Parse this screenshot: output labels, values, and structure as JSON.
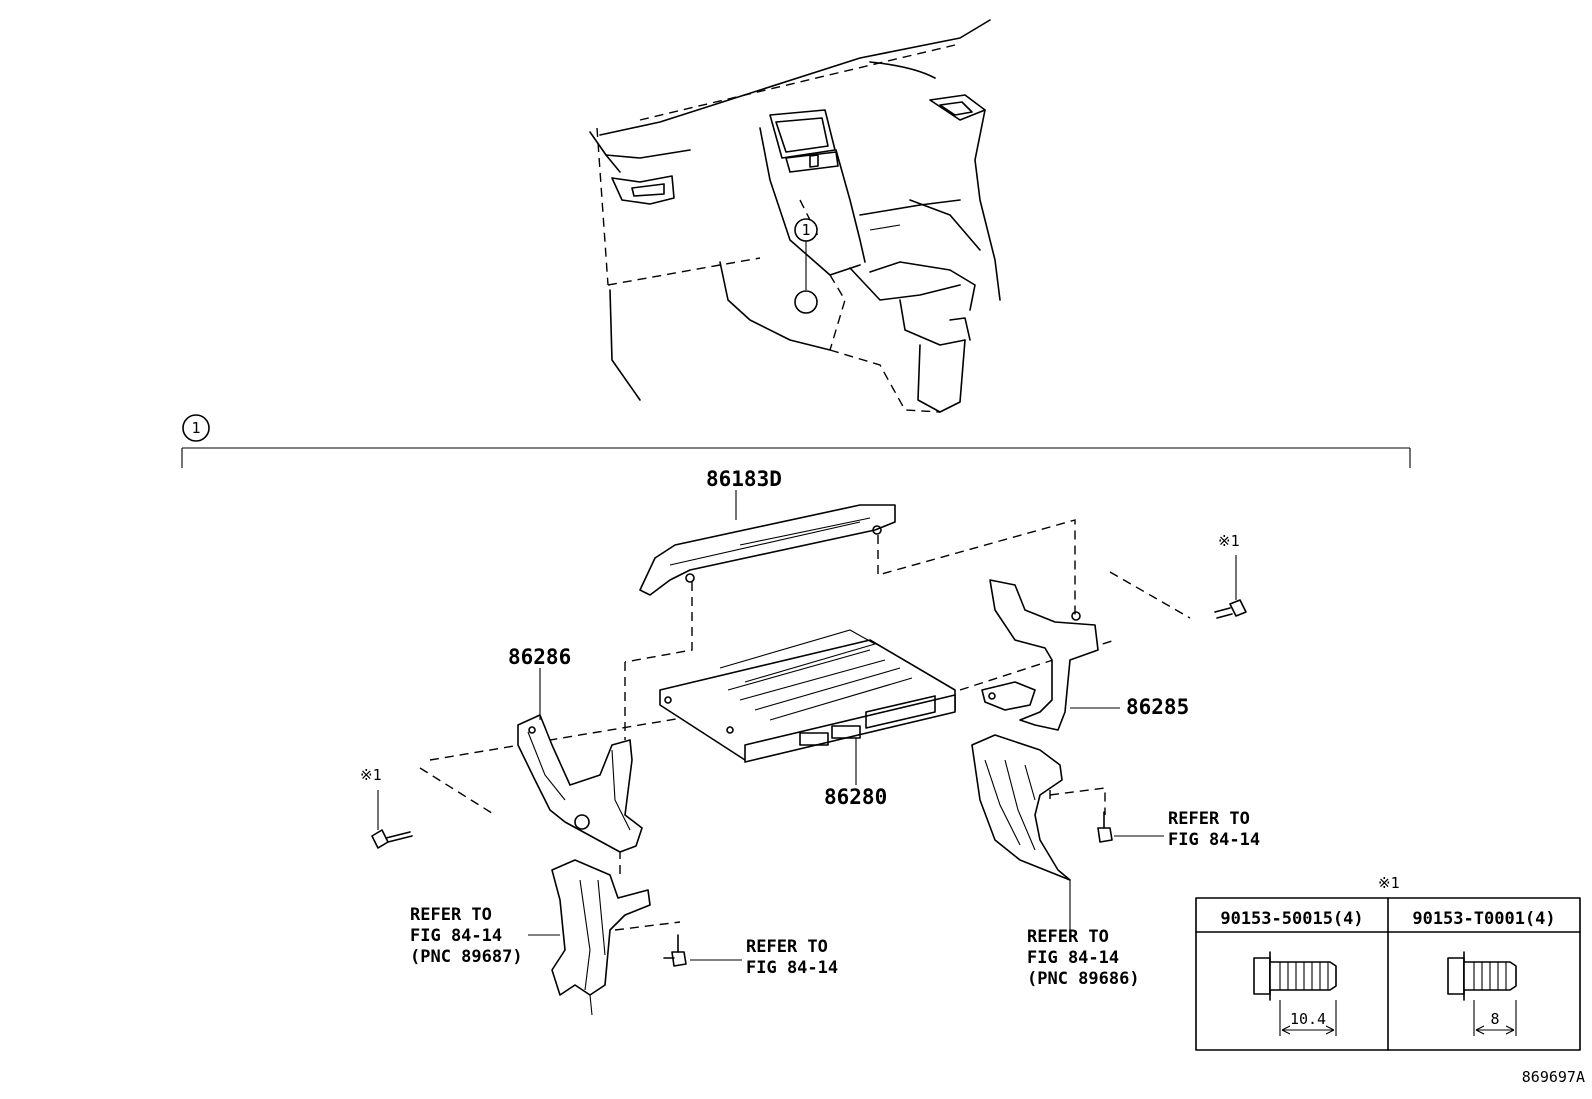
{
  "parts": {
    "p86183d": "86183D",
    "p86286": "86286",
    "p86280": "86280",
    "p86285": "86285"
  },
  "callouts": {
    "ref_circle": "1",
    "note_mark_left": "※1",
    "note_mark_right": "※1",
    "note_mark_table": "※1"
  },
  "refer": {
    "left_bracket": [
      "REFER TO",
      "FIG 84-14",
      "(PNC 89687)"
    ],
    "left_bolt": [
      "REFER TO",
      "FIG 84-14"
    ],
    "right_bolt": [
      "REFER TO",
      "FIG 84-14"
    ],
    "right_bracket": [
      "REFER TO",
      "FIG 84-14",
      "(PNC 89686)"
    ]
  },
  "bolt_table": {
    "columns": [
      {
        "part_no": "90153-50015(4)",
        "dimension": "10.4"
      },
      {
        "part_no": "90153-T0001(4)",
        "dimension": "8"
      }
    ]
  },
  "figure_id": "869697A"
}
